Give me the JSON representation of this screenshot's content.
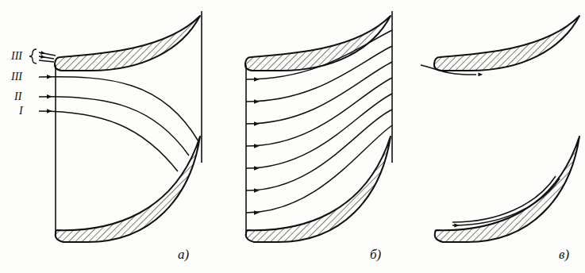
{
  "diagram": {
    "labels": [
      "III",
      "III",
      "II",
      "I",
      "а)",
      "б)",
      "в)"
    ]
  }
}
